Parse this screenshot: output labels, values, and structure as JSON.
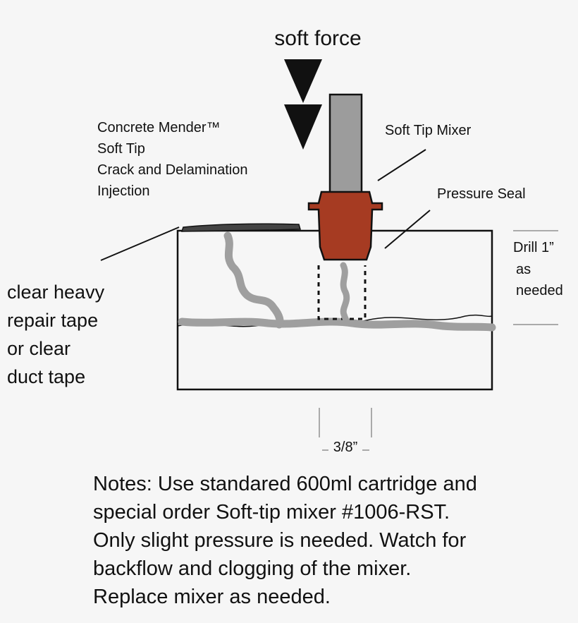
{
  "labels": {
    "soft_force": "soft force",
    "product_lines": [
      "Concrete Mender™",
      "Soft Tip",
      "Crack and Delamination",
      "Injection"
    ],
    "soft_tip_mixer": "Soft Tip Mixer",
    "pressure_seal": "Pressure Seal",
    "tape_lines": [
      "clear heavy",
      "repair tape",
      "or clear",
      "duct tape"
    ],
    "drill_lines": [
      "Drill 1”",
      "as",
      "needed"
    ],
    "hole_width": "3/8”"
  },
  "notes": [
    "Notes: Use standared 600ml cartridge and",
    "special order Soft-tip mixer #1006-RST.",
    "Only slight pressure is needed. Watch for",
    "backflow and clogging of the mixer.",
    "Replace mixer as needed."
  ],
  "colors": {
    "background": "#f6f6f6",
    "mixer_tube": "#9c9c9c",
    "pressure_seal": "#a63b22",
    "crack": "#9f9f9f",
    "tape": "#444444",
    "ink": "#111111"
  }
}
